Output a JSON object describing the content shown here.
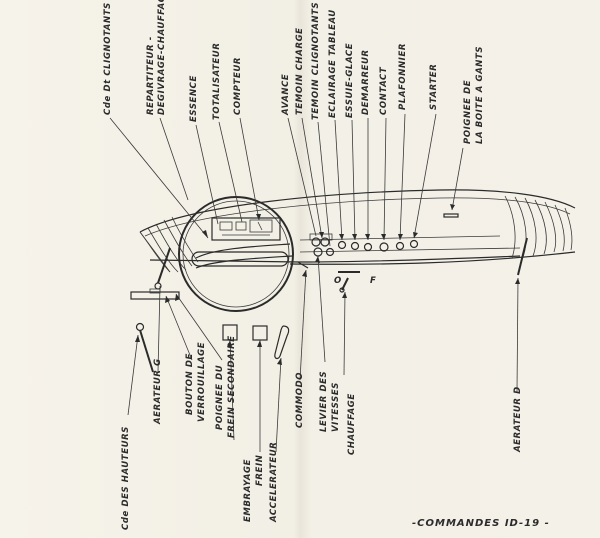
{
  "caption": "-COMMANDES ID-19 -",
  "labels": {
    "cde_clignotants": "Cde Dt CLIGNOTANTS",
    "repartiteur_1": "REPARTITEUR -",
    "repartiteur_2": "DEGIVRAGE-CHAUFFAGE",
    "essence": "ESSENCE",
    "totalisateur": "TOTALISATEUR",
    "compteur": "COMPTEUR",
    "avance": "AVANCE",
    "temoin_charge": "TEMOIN CHARGE",
    "temoin_clignotants": "TEMOIN CLIGNOTANTS",
    "eclairage_tableau": "ECLAIRAGE TABLEAU",
    "essuie_glace": "ESSUIE-GLACE",
    "demarreur": "DEMARREUR",
    "contact": "CONTACT",
    "plafonnier": "PLAFONNIER",
    "starter": "STARTER",
    "poignee_boite_1": "POIGNEE DE",
    "poignee_boite_2": "LA BOITE A GANTS",
    "cde_hauteurs": "Cde DES HAUTEURS",
    "aerateur_g": "AERATEUR G",
    "bouton_verrouillage_1": "BOUTON DE",
    "bouton_verrouillage_2": "VERROUILLAGE",
    "poignee_frein_1": "POIGNEE DU",
    "poignee_frein_2": "FREIN SECONDAIRE",
    "embrayage": "EMBRAYAGE",
    "frein": "FREIN",
    "accelerateur": "ACCELERATEUR",
    "commodo": "COMMODO",
    "levier_1": "LEVIER DES",
    "levier_2": "VITESSES",
    "chauffage": "CHAUFFAGE",
    "aerateur_d": "AERATEUR D",
    "heater_o": "O",
    "heater_f": "F"
  }
}
